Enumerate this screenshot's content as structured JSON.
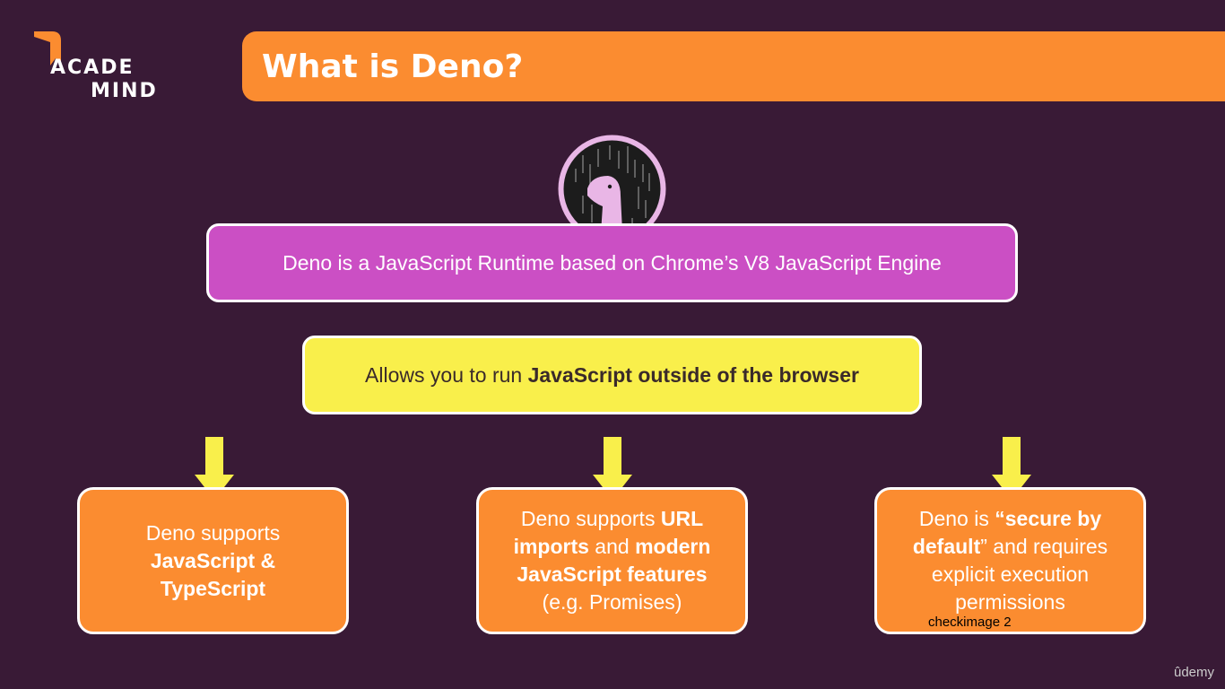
{
  "logo": {
    "line1": "ACADE",
    "line2": "MIND"
  },
  "title": "What is Deno?",
  "runtime_text": "Deno is a JavaScript Runtime based on Chrome’s V8 JavaScript Engine",
  "browser": {
    "plain": "Allows you to run ",
    "bold": "JavaScript outside of the browser"
  },
  "features": {
    "left": {
      "t1": "Deno supports",
      "b1": "JavaScript &",
      "b2": "TypeScript"
    },
    "mid": {
      "t1": "Deno supports ",
      "b1": "URL",
      "b2": "imports",
      "t2": " and ",
      "b3": "modern",
      "b4": "JavaScript features",
      "t3": "(e.g. Promises)"
    },
    "right": {
      "t1": "Deno is ",
      "b1": "“secure by",
      "b2": "default",
      "t2": "” and requires",
      "t3": "explicit execution",
      "t4": "permissions"
    }
  },
  "overlay_label": "checkimage 2",
  "watermark": "ûdemy",
  "colors": {
    "background": "#391a36",
    "orange": "#fb8c30",
    "purple": "#cb4fc4",
    "yellow": "#f9ef4b"
  },
  "icons": [
    "academind-logo",
    "deno-dinosaur-icon",
    "down-arrow-icon"
  ]
}
